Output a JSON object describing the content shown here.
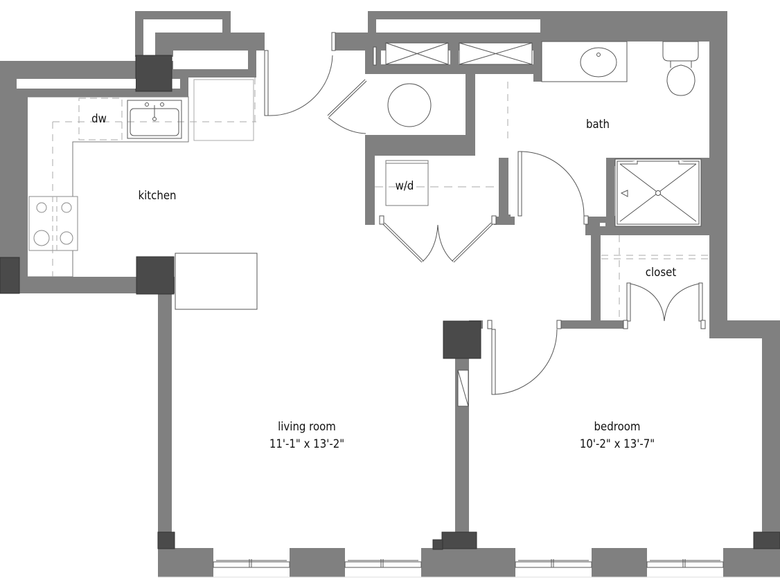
{
  "colors": {
    "wall": "#808080",
    "column": "#4a4a4a",
    "background": "#ffffff",
    "fixture_line": "#555555",
    "dashed_line": "#aaaaaa"
  },
  "rooms": {
    "kitchen": {
      "label": "kitchen"
    },
    "bath": {
      "label": "bath"
    },
    "laundry": {
      "label": "w/d"
    },
    "dishwasher": {
      "label": "dw"
    },
    "closet": {
      "label": "closet"
    },
    "living_room": {
      "label": "living room",
      "dimensions": "11'-1\" x 13'-2\""
    },
    "bedroom": {
      "label": "bedroom",
      "dimensions": "10'-2\" x 13'-7\""
    }
  },
  "icons": [
    "sink-icon",
    "stove-icon",
    "refrigerator-icon",
    "toilet-icon",
    "bathroom-sink-icon",
    "shower-icon",
    "water-heater-icon",
    "washer-dryer-icon",
    "window-icon",
    "door-swing-icon"
  ]
}
